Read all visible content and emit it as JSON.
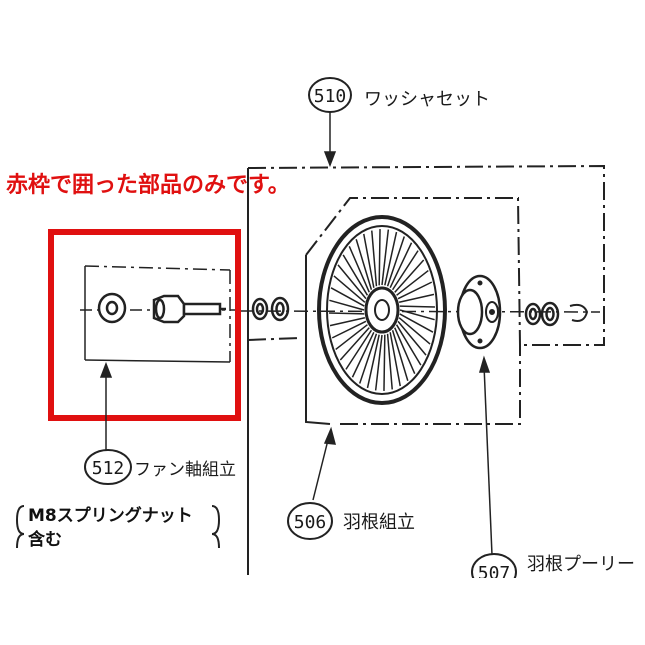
{
  "note": {
    "text": "赤枠で囲った部品のみです。",
    "color": "#e01010"
  },
  "highlight_color": "#e01010",
  "parts": [
    {
      "number": "510",
      "name": "ワッシャセット"
    },
    {
      "number": "512",
      "name": "ファン軸組立"
    },
    {
      "number": "506",
      "name": "羽根組立"
    },
    {
      "number": "507",
      "name": "羽根プーリー"
    }
  ],
  "sub_note": {
    "line1": "M8スプリングナット",
    "line2": "含む"
  }
}
